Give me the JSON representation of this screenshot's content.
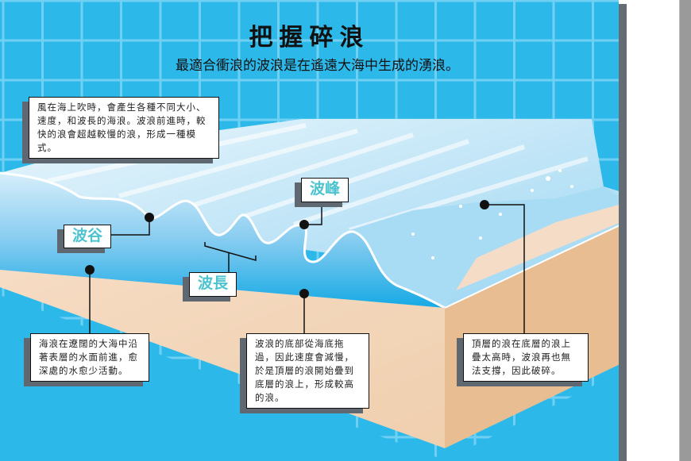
{
  "title": "把握碎浪",
  "subtitle": "最適合衝浪的波浪是在遙遠大海中生成的湧浪。",
  "labels": {
    "trough": "波谷",
    "crest": "波峰",
    "wavelength": "波長"
  },
  "notes": {
    "wind": "風在海上吹時，會產生各種不同大小、速度，和波長的海浪。波浪前進時，較快的浪會超越較慢的浪，形成一種模式。",
    "open_sea": "海浪在遼闊的大海中沿著表層的水面前進，愈深處的水愈少活動。",
    "seabed": "波浪的底部從海底拖過，因此速度會減慢，於是頂層的浪開始疊到底層的浪上，形成較高的浪。",
    "breaking": "頂層的浪在底層的浪上疊太高時，波浪再也無法支撐，因此破碎。"
  },
  "colors": {
    "background": "#2cb9ea",
    "label": "#4cc3cf",
    "sand": "#e8bd92",
    "water": "#8fd0ef"
  }
}
